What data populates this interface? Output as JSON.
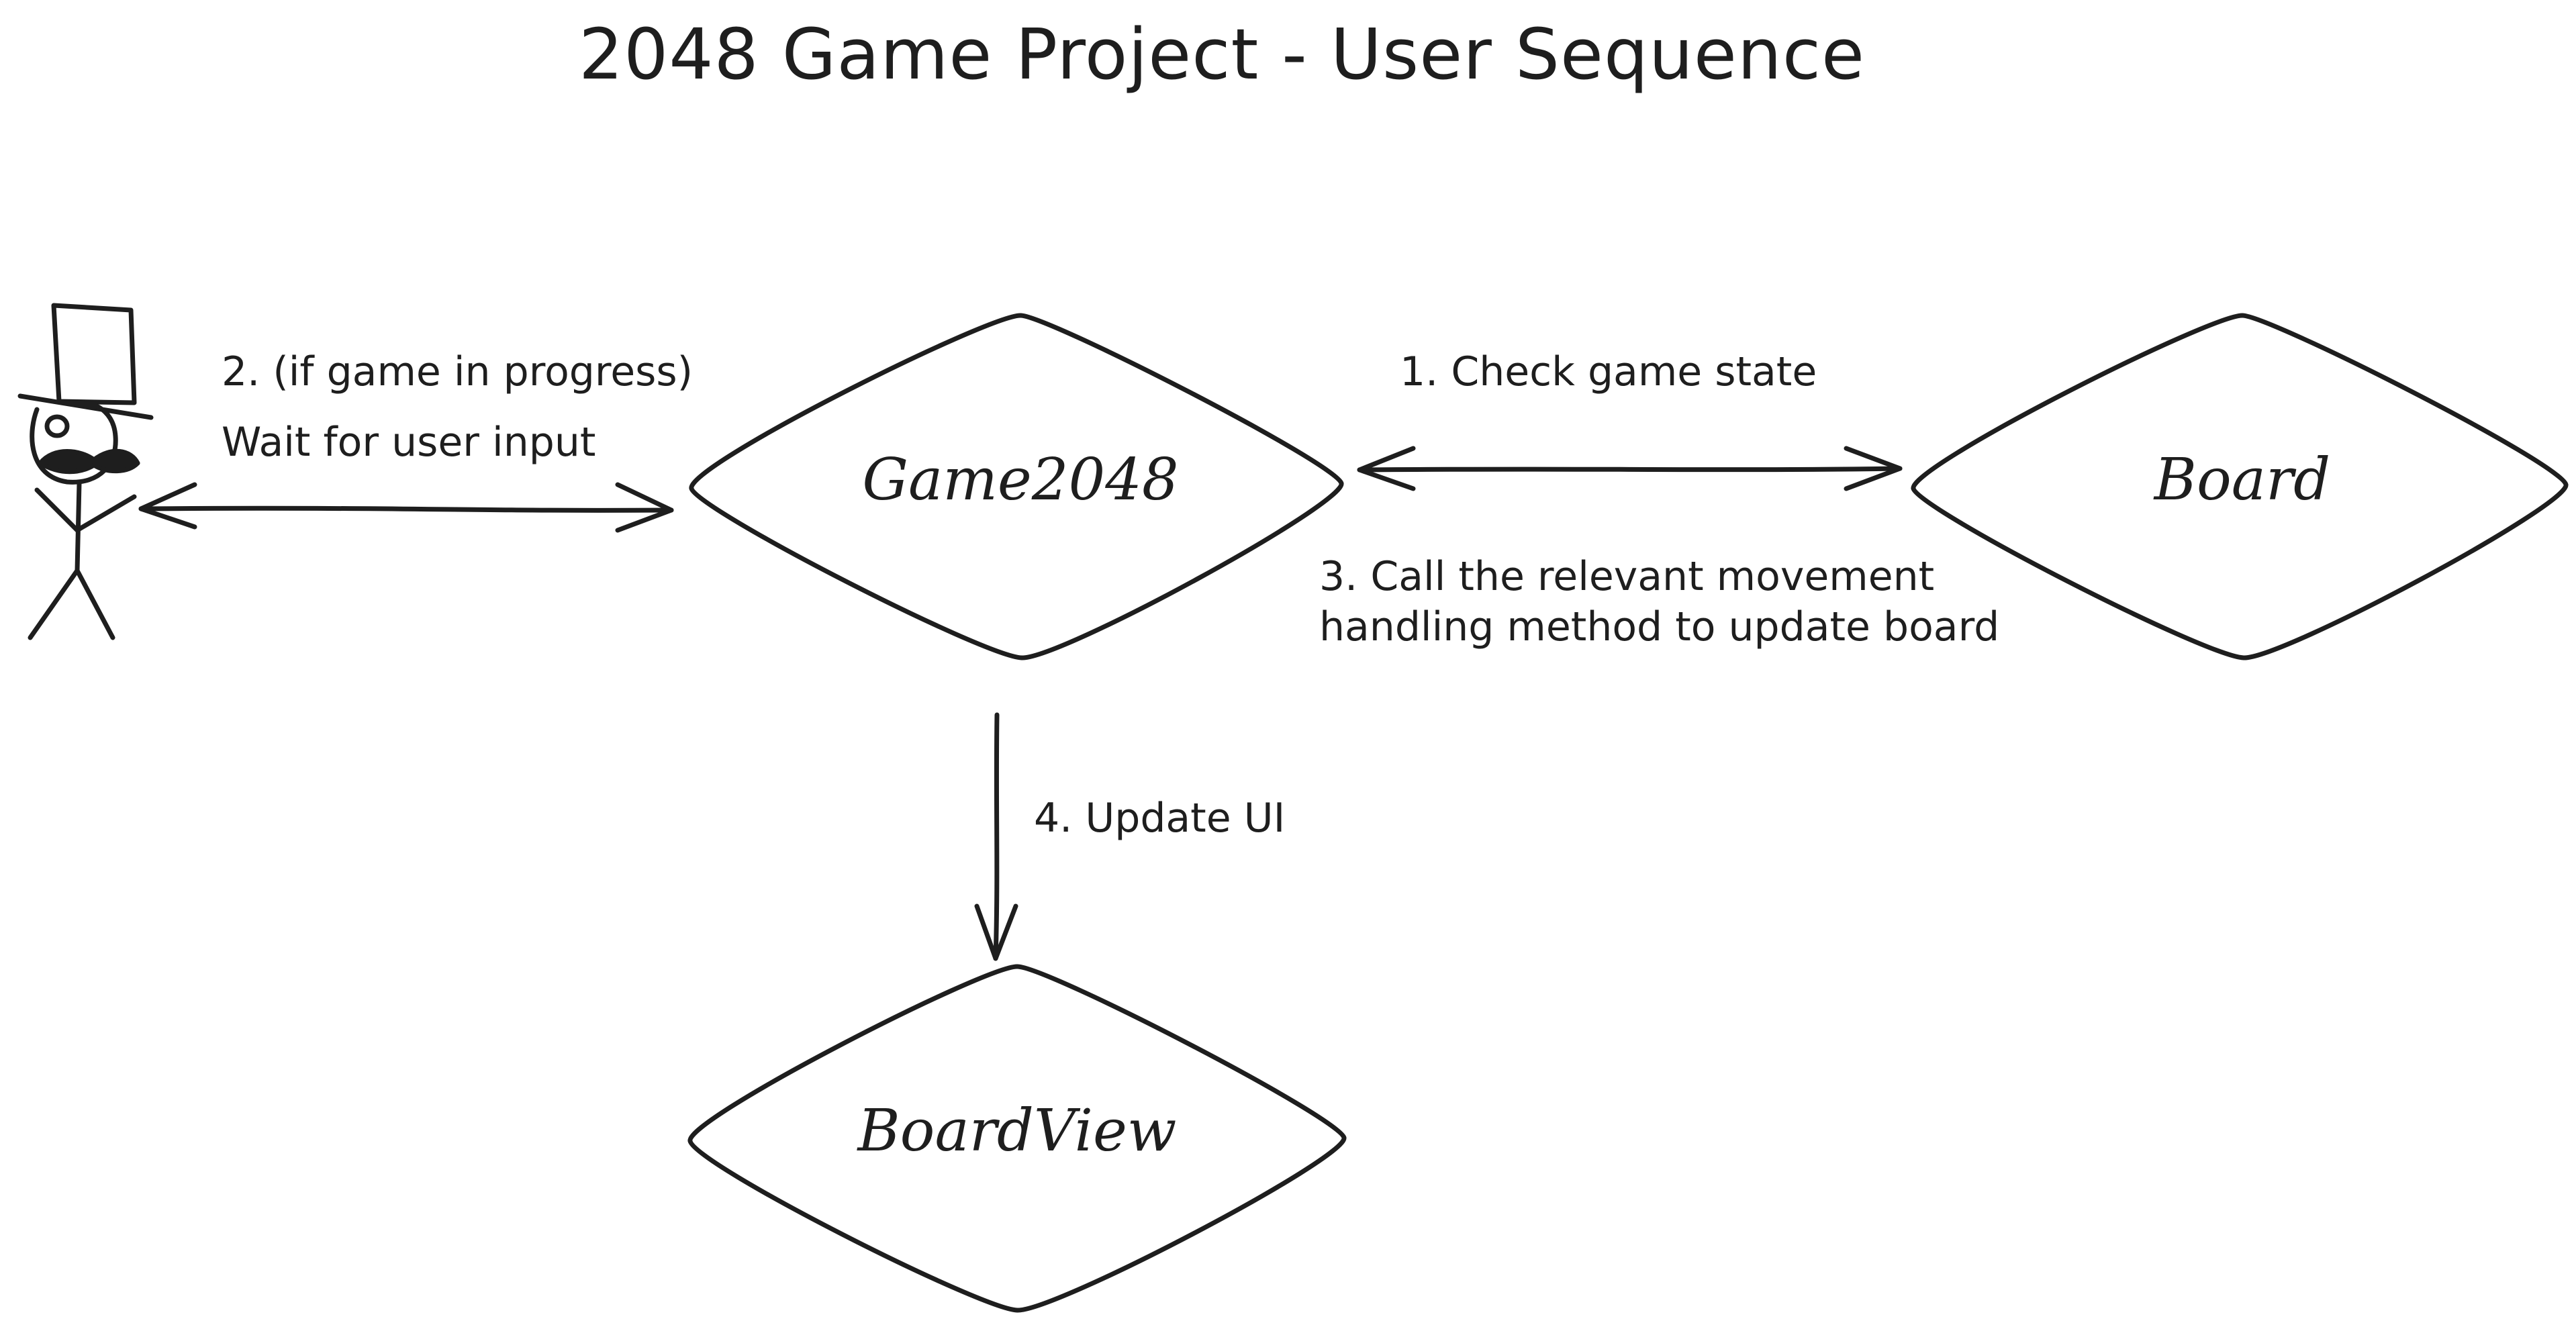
{
  "title": "2048 Game Project - User Sequence",
  "nodes": {
    "game": "Game2048",
    "board": "Board",
    "boardview": "BoardView"
  },
  "edges": {
    "user_game": {
      "line1": "2. (if game in progress)",
      "line2": "Wait for user input"
    },
    "game_board_top": "1. Check game state",
    "game_board_bottom": {
      "line1": "3. Call the relevant movement",
      "line2": "handling method to update board"
    },
    "game_boardview": "4. Update UI"
  },
  "colors": {
    "stroke": "#1e1e1e",
    "background": "#ffffff"
  },
  "actor": {
    "icon": "stick-figure-with-top-hat-icon"
  }
}
